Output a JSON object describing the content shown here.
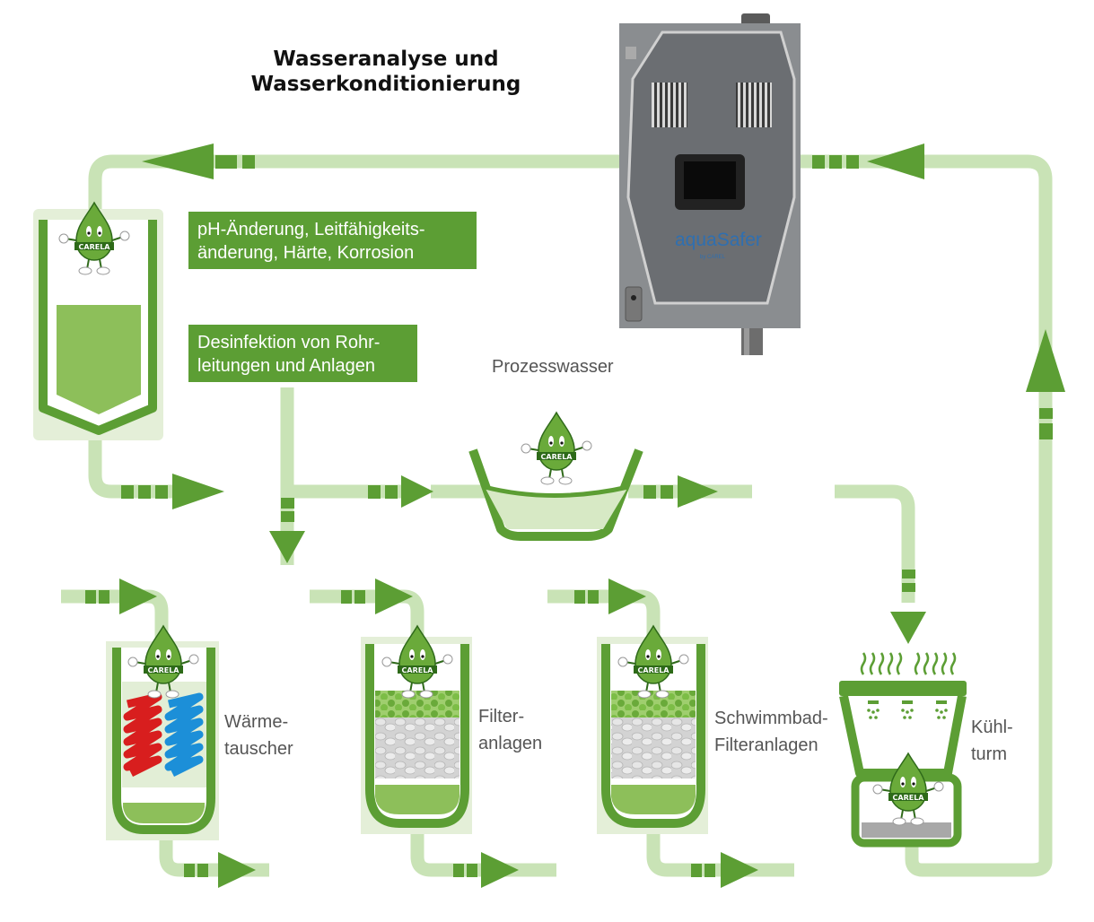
{
  "title": {
    "line1": "Wasseranalyse und",
    "line2": "Wasserkonditionierung"
  },
  "info_boxes": {
    "ph": {
      "line1": "pH-Änderung, Leitfähigkeits-",
      "line2": "änderung, Härte, Korrosion"
    },
    "disinfection": {
      "line1": "Desinfektion von Rohr-",
      "line2": "leitungen und Anlagen"
    }
  },
  "device": {
    "brand": "aquaSafer",
    "maker": "by CAREL"
  },
  "mascot_text": "CARELA",
  "stations": {
    "process_water": {
      "label": "Prozesswasser"
    },
    "heat_exchanger": {
      "line1": "Wärme-",
      "line2": "tauscher"
    },
    "filter": {
      "line1": "Filter-",
      "line2": "anlagen"
    },
    "pool_filter": {
      "line1": "Schwimmbad-",
      "line2": "Filteranlagen"
    },
    "cooling_tower": {
      "line1": "Kühl-",
      "line2": "turm"
    }
  },
  "colors": {
    "pipe": "#c9e3b6",
    "green": "#5c9e34",
    "dark_green": "#4e8e2a",
    "light_green": "#8dbf5a",
    "pale_green": "#e4efd8",
    "device": "#6b6e72",
    "heat_red": "#d81e1e",
    "cool_blue": "#1c8fd8",
    "gravel_grey": "#c8c8c8"
  },
  "icons": {
    "arrow": "arrow-icon",
    "mascot": "water-drop-mascot-icon",
    "device": "aquasafer-device",
    "heat_coils": "heat-exchanger-coils-icon",
    "steam": "steam-icon",
    "spray": "spray-nozzle-icon"
  }
}
